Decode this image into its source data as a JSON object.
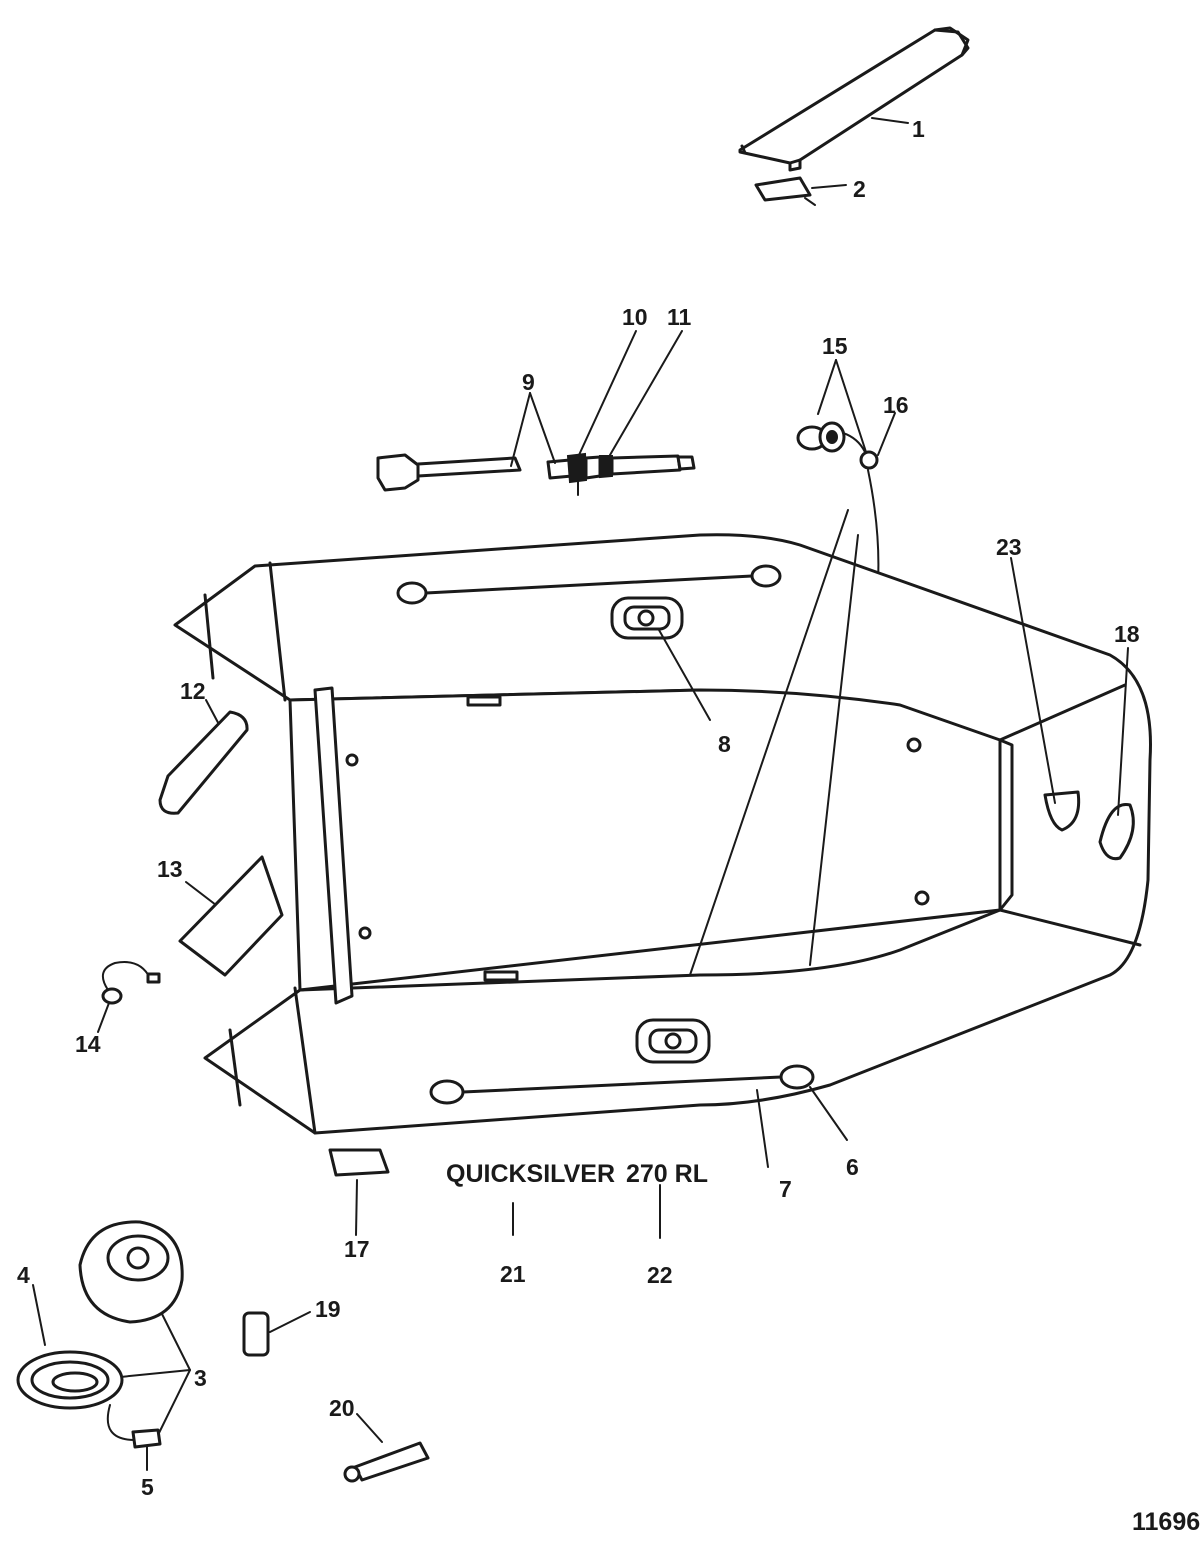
{
  "callouts": [
    {
      "id": "1",
      "text": "1"
    },
    {
      "id": "2",
      "text": "2"
    },
    {
      "id": "3",
      "text": "3"
    },
    {
      "id": "4",
      "text": "4"
    },
    {
      "id": "5",
      "text": "5"
    },
    {
      "id": "6",
      "text": "6"
    },
    {
      "id": "7",
      "text": "7"
    },
    {
      "id": "8",
      "text": "8"
    },
    {
      "id": "9",
      "text": "9"
    },
    {
      "id": "10",
      "text": "10"
    },
    {
      "id": "11",
      "text": "11"
    },
    {
      "id": "12",
      "text": "12"
    },
    {
      "id": "13",
      "text": "13"
    },
    {
      "id": "14",
      "text": "14"
    },
    {
      "id": "15",
      "text": "15"
    },
    {
      "id": "16",
      "text": "16"
    },
    {
      "id": "17",
      "text": "17"
    },
    {
      "id": "18",
      "text": "18"
    },
    {
      "id": "19",
      "text": "19"
    },
    {
      "id": "20",
      "text": "20"
    },
    {
      "id": "21",
      "text": "21"
    },
    {
      "id": "22",
      "text": "22"
    },
    {
      "id": "23",
      "text": "23"
    }
  ],
  "decal_brand": "QUICKSILVER",
  "decal_model": "270 RL",
  "figure_number": "11696"
}
